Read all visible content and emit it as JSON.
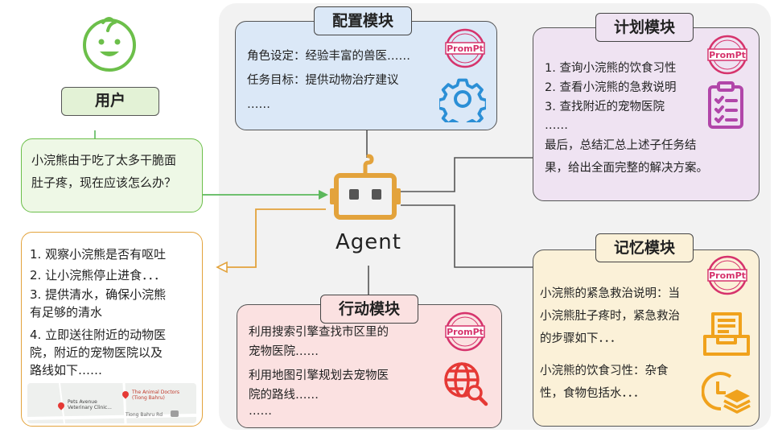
{
  "user": {
    "label": "用户",
    "message_line1": "小浣熊由于吃了太多干脆面",
    "message_line2": "肚子疼，现在应该怎么办？"
  },
  "agent": {
    "label": "Agent"
  },
  "config": {
    "title": "配置模块",
    "line1": "角色设定：经验丰富的兽医……",
    "line2": "任务目标：提供动物治疗建议",
    "line3": "……"
  },
  "plan": {
    "title": "计划模块",
    "line1": "1. 查询小浣熊的饮食习性",
    "line2": "2. 查看小浣熊的急救说明",
    "line3": "3. 查找附近的宠物医院",
    "line4": "……",
    "line5": "最后，总结汇总上述子任务结",
    "line6": "果，给出全面完整的解决方案。"
  },
  "memory": {
    "title": "记忆模块",
    "line1": "小浣熊的紧急救治说明：当",
    "line2": "小浣熊肚子疼时，紧急救治",
    "line3": "的步骤如下．．．",
    "line4": "小浣熊的饮食习性：杂食",
    "line5": "性，食物包括水．．．"
  },
  "action": {
    "title": "行动模块",
    "line1": "利用搜索引擎查找市区里的",
    "line2": "宠物医院……",
    "line3": "利用地图引擎规划去宠物医",
    "line4": "院的路线……",
    "line5": "……"
  },
  "answer": {
    "line1": "1. 观察小浣熊是否有呕吐",
    "line2": "2. 让小浣熊停止进食．．．",
    "line3": "3. 提供清水，确保小浣熊",
    "line4": "有足够的清水",
    "line5": "4. 立即送往附近的动物医",
    "line6": "院，附近的宠物医院以及",
    "line7": "路线如下……"
  },
  "map": {
    "place1": "Pets Avenue",
    "place1b": "Veterinary Clinic...",
    "place2": "The Animal Doctors",
    "place2b": "(Tiong Bahru)",
    "road": "Tiong Bahru Rd"
  },
  "stamp": {
    "text": "PromPt"
  },
  "colors": {
    "config_bg": "#dbe8f7",
    "plan_bg": "#efe3f2",
    "memory_bg": "#fbf1d8",
    "action_bg": "#fbe1e1",
    "user_bg": "#eef8e6",
    "answer_border": "#e3a33c",
    "agent": "#e3a33c",
    "stamp": "#d6336c",
    "gear": "#2b8fd6",
    "plan_icon": "#b146a9"
  }
}
